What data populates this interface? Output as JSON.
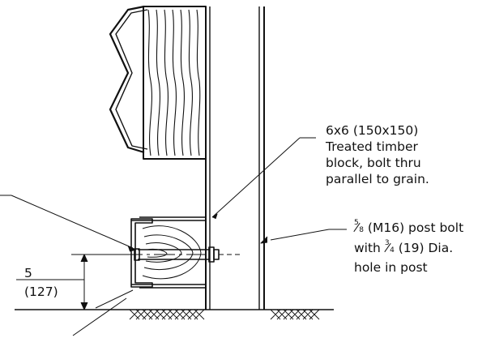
{
  "block_label": {
    "line1": "6x6 (150x150)",
    "line2": "Treated timber",
    "line3": "block, bolt thru",
    "line4": "parallel to grain."
  },
  "bolt_label": {
    "frac1_num": "5",
    "frac1_den": "8",
    "line1_rest": " (M16) post bolt",
    "line2_prefix": "with ",
    "frac2_num": "3",
    "frac2_den": "4",
    "line2_rest": " (19) Dia.",
    "line3": "hole in post"
  },
  "height_dim": {
    "value": "5",
    "value_metric": "(127)"
  }
}
